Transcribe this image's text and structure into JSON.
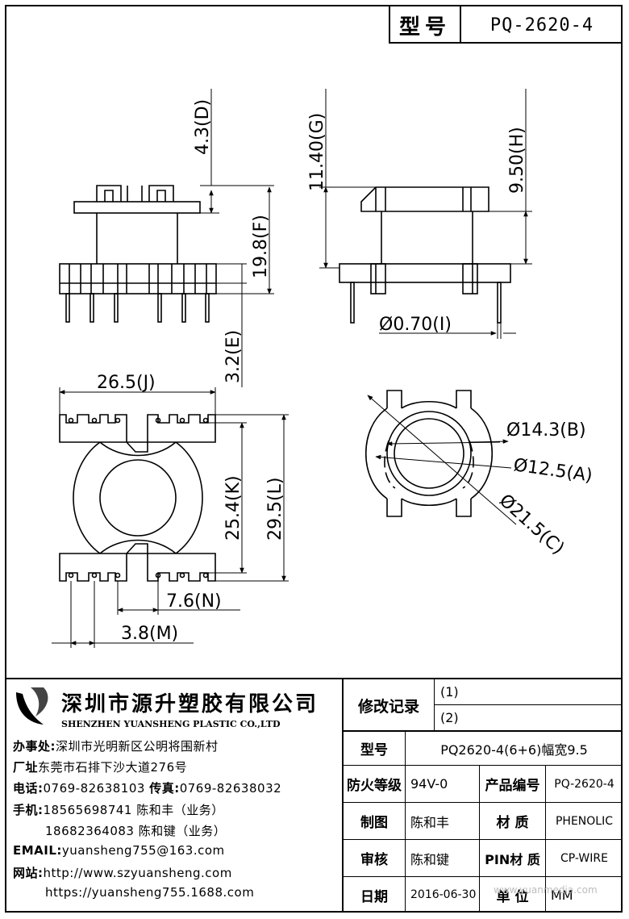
{
  "header": {
    "model_label": "型号",
    "model_code": "PQ-2620-4"
  },
  "dimensions": {
    "d": "4.3(D)",
    "f": "19.8(F)",
    "e": "3.2(E)",
    "g": "11.40(G)",
    "h": "9.50(H)",
    "i": "Ø0.70(I)",
    "j": "26.5(J)",
    "k": "25.4(K)",
    "l": "29.5(L)",
    "n": "7.6(N)",
    "m": "3.8(M)",
    "b": "Ø14.3(B)",
    "a": "Ø12.5(A)",
    "c": "Ø21.5(C)"
  },
  "company": {
    "name_cn": "深圳市源升塑胶有限公司",
    "name_en": "SHENZHEN YUANSHENG PLASTIC CO.,LTD",
    "office_label": "办事处:",
    "office": "深圳市光明新区公明将围新村",
    "factory_label": "厂址",
    "factory": "东莞市石排下沙大道276号",
    "tel_label": "电话:",
    "tel": "0769-82638103",
    "fax_label": "传真:",
    "fax": "0769-82638032",
    "mobile_label": "手机:",
    "mobile1": "18565698741 陈和丰（业务）",
    "mobile2": "18682364083 陈和键（业务）",
    "email_label": "EMAIL:",
    "email": "yuansheng755@163.com",
    "web_label": "网站:",
    "web1": "http://www.szyuansheng.com",
    "web2": "https://yuansheng755.1688.com"
  },
  "titleblock": {
    "revision_label": "修改记录",
    "rev1": "(1)",
    "rev2": "(2)",
    "model_label": "型号",
    "model_value": "PQ2620-4(6+6)幅宽9.5",
    "fire_label": "防火等级",
    "fire_value": "94V-0",
    "product_no_label": "产品编号",
    "product_no_value": "PQ-2620-4",
    "drawing_label": "制图",
    "drawing_value": "陈和丰",
    "material_label": "材 质",
    "material_value": "PHENOLIC",
    "review_label": "审核",
    "review_value": "陈和键",
    "pin_material_label": "PIN材 质",
    "pin_material_value": "CP-WIRE",
    "date_label": "日期",
    "date_value": "2016-06-30",
    "unit_label": "单 位",
    "unit_value": "MM"
  },
  "watermark": "www.yuanmedia.com"
}
